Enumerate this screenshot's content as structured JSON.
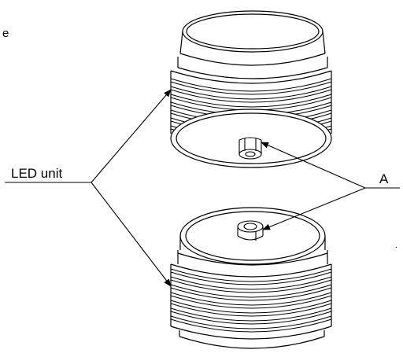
{
  "labels": {
    "corner": "e",
    "led_unit": "LED unit",
    "part_a": "A"
  },
  "colors": {
    "line": "#000000",
    "background": "#ffffff"
  }
}
